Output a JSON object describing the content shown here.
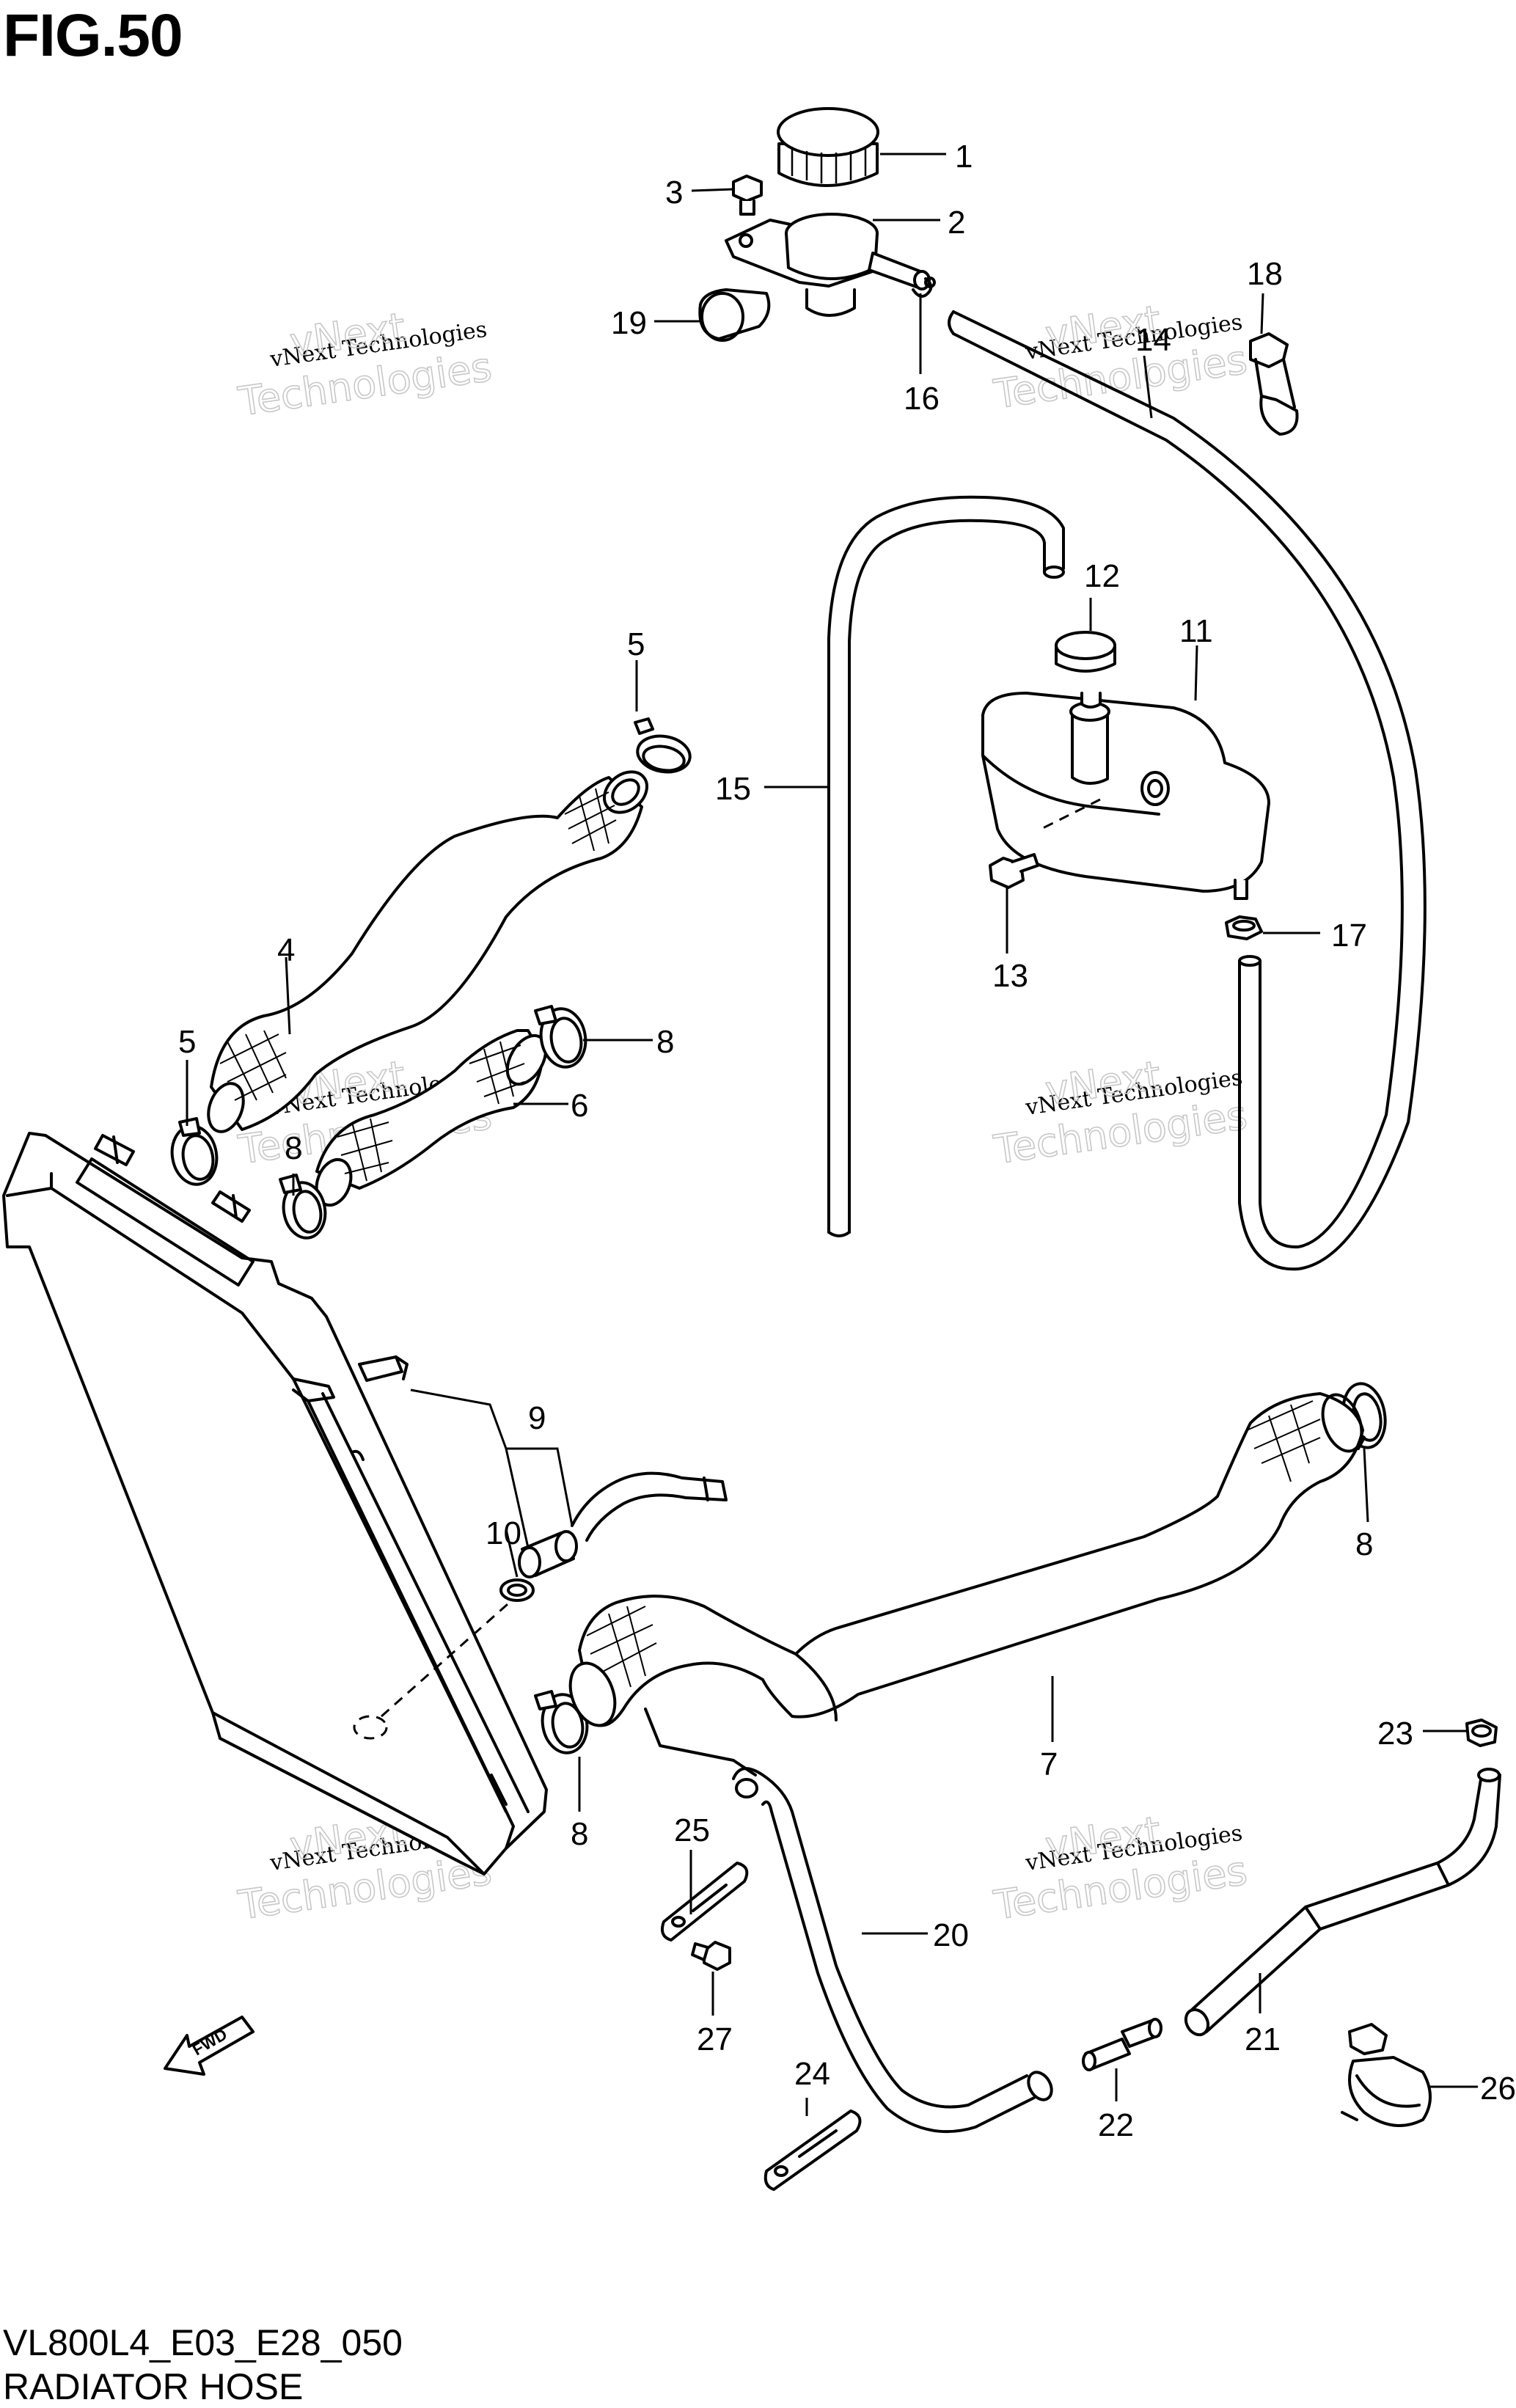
{
  "figure": {
    "title": "FIG.50",
    "code": "VL800L4_E03_E28_050",
    "name": "RADIATOR HOSE"
  },
  "direction_marker": {
    "label": "FWD"
  },
  "watermark": {
    "line1": "vNext Technologies",
    "line2": "Technologies",
    "line3": "vNext"
  },
  "callouts": [
    {
      "id": "c1",
      "label": "1"
    },
    {
      "id": "c2",
      "label": "2"
    },
    {
      "id": "c3",
      "label": "3"
    },
    {
      "id": "c4",
      "label": "4"
    },
    {
      "id": "c5a",
      "label": "5"
    },
    {
      "id": "c5b",
      "label": "5"
    },
    {
      "id": "c6",
      "label": "6"
    },
    {
      "id": "c7",
      "label": "7"
    },
    {
      "id": "c8a",
      "label": "8"
    },
    {
      "id": "c8b",
      "label": "8"
    },
    {
      "id": "c8c",
      "label": "8"
    },
    {
      "id": "c8d",
      "label": "8"
    },
    {
      "id": "c9",
      "label": "9"
    },
    {
      "id": "c10",
      "label": "10"
    },
    {
      "id": "c11",
      "label": "11"
    },
    {
      "id": "c12",
      "label": "12"
    },
    {
      "id": "c13",
      "label": "13"
    },
    {
      "id": "c14",
      "label": "14"
    },
    {
      "id": "c15",
      "label": "15"
    },
    {
      "id": "c16",
      "label": "16"
    },
    {
      "id": "c17",
      "label": "17"
    },
    {
      "id": "c18",
      "label": "18"
    },
    {
      "id": "c19",
      "label": "19"
    },
    {
      "id": "c20",
      "label": "20"
    },
    {
      "id": "c21",
      "label": "21"
    },
    {
      "id": "c22",
      "label": "22"
    },
    {
      "id": "c23",
      "label": "23"
    },
    {
      "id": "c24",
      "label": "24"
    },
    {
      "id": "c25",
      "label": "25"
    },
    {
      "id": "c26",
      "label": "26"
    },
    {
      "id": "c27",
      "label": "27"
    }
  ]
}
